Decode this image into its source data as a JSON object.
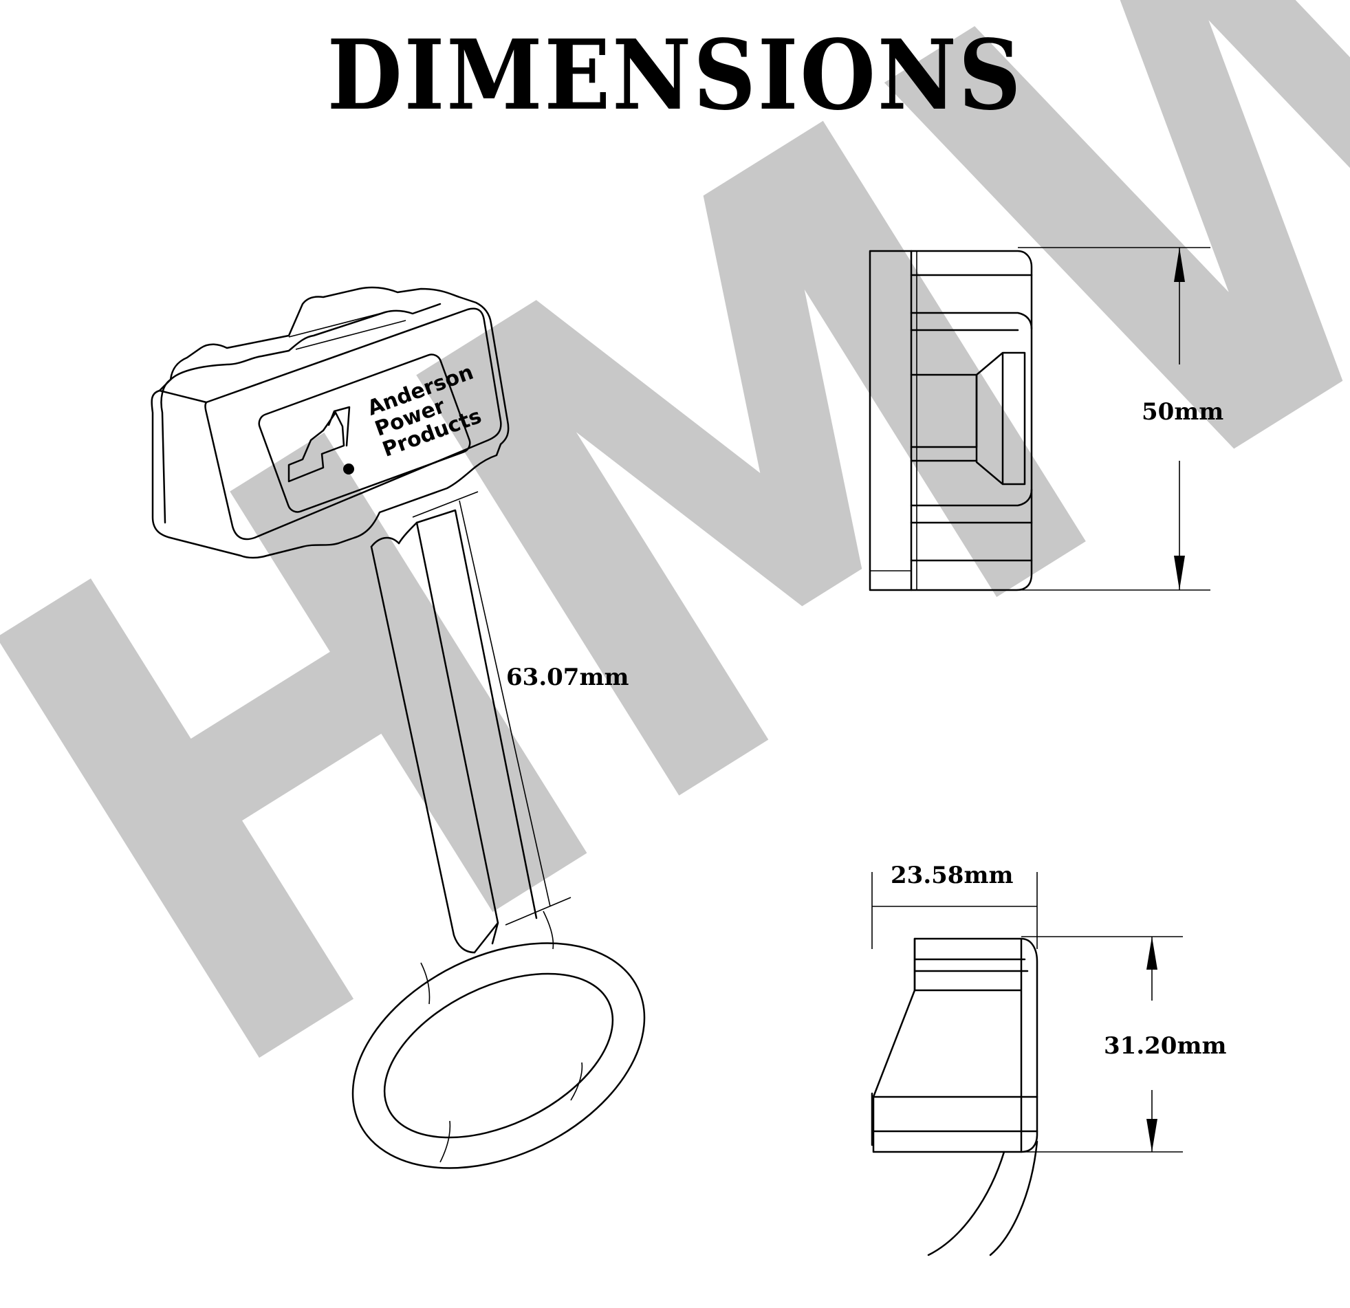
{
  "title": "DIMENSIONS",
  "watermark": "HMWS",
  "logo": {
    "line1": "Anderson",
    "line2": "Power",
    "line3": "Products"
  },
  "dimensions": {
    "length": "63.07mm",
    "height": "50mm",
    "width": "23.58mm",
    "depth": "31.20mm"
  },
  "colors": {
    "watermark": "#c8c8c8",
    "lines": "#000000",
    "background": "#ffffff"
  }
}
